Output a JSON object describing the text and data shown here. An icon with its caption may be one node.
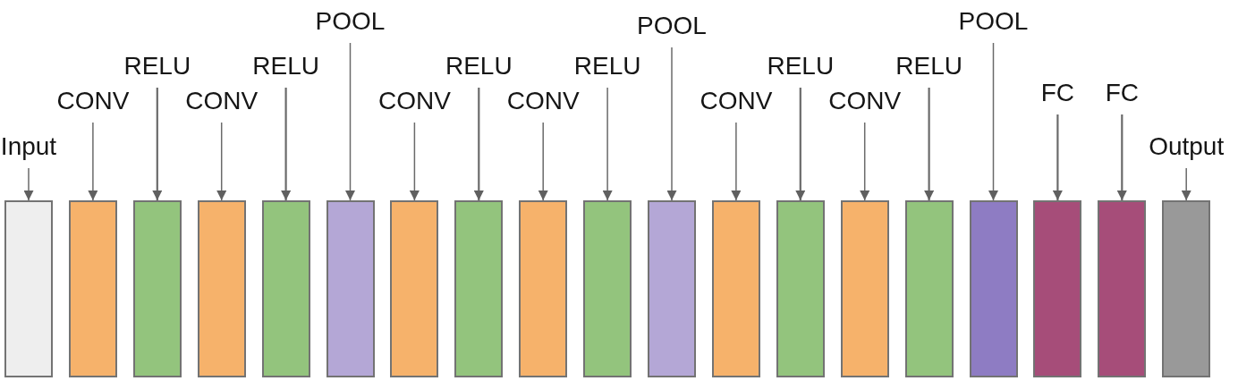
{
  "diagram": {
    "nodes": [
      {
        "text": [
          "Input"
        ]
      },
      {
        "text": [],
        "shape": "box"
      },
      {
        "text": [
          "CONV"
        ]
      },
      {
        "text": [],
        "shape": "box"
      },
      {
        "text": [
          "RELU"
        ]
      },
      {
        "text": [],
        "shape": "box"
      },
      {
        "text": [
          "CONV"
        ]
      },
      {
        "text": [],
        "shape": "box"
      },
      {
        "text": [
          "RELU"
        ]
      },
      {
        "text": [],
        "shape": "box"
      },
      {
        "text": [
          "POOL"
        ]
      },
      {
        "text": [],
        "shape": "box"
      },
      {
        "text": [
          "CONV"
        ]
      },
      {
        "text": [],
        "shape": "box"
      },
      {
        "text": [
          "RELU"
        ]
      },
      {
        "text": [],
        "shape": "box"
      },
      {
        "text": [
          "CONV"
        ]
      },
      {
        "text": [],
        "shape": "box"
      },
      {
        "text": [
          "RELU"
        ]
      },
      {
        "text": [],
        "shape": "box"
      },
      {
        "text": [
          "POOL"
        ]
      },
      {
        "text": [],
        "shape": "box"
      },
      {
        "text": [
          "CONV"
        ]
      },
      {
        "text": [],
        "shape": "box"
      },
      {
        "text": [
          "RELU"
        ]
      },
      {
        "text": [],
        "shape": "box"
      },
      {
        "text": [
          "CONV"
        ]
      },
      {
        "text": [],
        "shape": "box"
      },
      {
        "text": [
          "RELU"
        ]
      },
      {
        "text": [],
        "shape": "box"
      },
      {
        "text": [
          "POOL"
        ]
      },
      {
        "text": [],
        "shape": "box"
      },
      {
        "text": [
          "FC"
        ]
      },
      {
        "text": [],
        "shape": "box"
      },
      {
        "text": [
          "FC"
        ]
      },
      {
        "text": [],
        "shape": "box"
      },
      {
        "text": [
          "Output"
        ]
      },
      {
        "text": [],
        "shape": "box"
      }
    ],
    "edges": [
      {
        "from": 0,
        "to": 1,
        "arrow": "to"
      },
      {
        "from": 2,
        "to": 3,
        "arrow": "to"
      },
      {
        "from": 4,
        "to": 5,
        "arrow": "to"
      },
      {
        "from": 6,
        "to": 7,
        "arrow": "to"
      },
      {
        "from": 8,
        "to": 9,
        "arrow": "to"
      },
      {
        "from": 10,
        "to": 11,
        "arrow": "to"
      },
      {
        "from": 12,
        "to": 13,
        "arrow": "to"
      },
      {
        "from": 14,
        "to": 15,
        "arrow": "to"
      },
      {
        "from": 16,
        "to": 17,
        "arrow": "to"
      },
      {
        "from": 18,
        "to": 19,
        "arrow": "to"
      },
      {
        "from": 20,
        "to": 21,
        "arrow": "to"
      },
      {
        "from": 22,
        "to": 23,
        "arrow": "to"
      },
      {
        "from": 24,
        "to": 25,
        "arrow": "to"
      },
      {
        "from": 26,
        "to": 27,
        "arrow": "to"
      },
      {
        "from": 28,
        "to": 29,
        "arrow": "to"
      },
      {
        "from": 30,
        "to": 31,
        "arrow": "to"
      },
      {
        "from": 32,
        "to": 33,
        "arrow": "to"
      },
      {
        "from": 34,
        "to": 35,
        "arrow": "to"
      },
      {
        "from": 36,
        "to": 37,
        "arrow": "to"
      }
    ]
  }
}
